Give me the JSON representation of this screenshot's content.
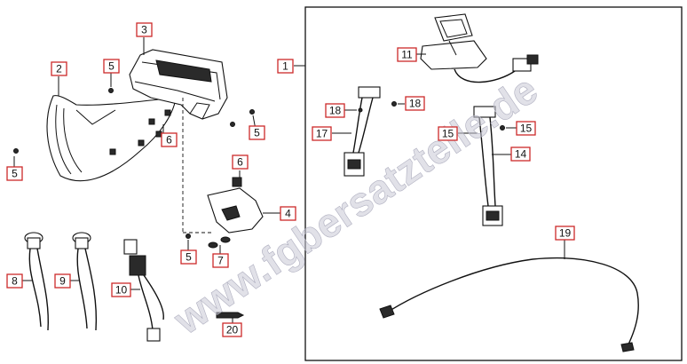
{
  "watermark": "www.fgbersatzteile.de",
  "labels": {
    "l1": "1",
    "l2": "2",
    "l3": "3",
    "l4": "4",
    "l5a": "5",
    "l5b": "5",
    "l5c": "5",
    "l5d": "5",
    "l6a": "6",
    "l6b": "6",
    "l7": "7",
    "l8": "8",
    "l9": "9",
    "l10": "10",
    "l11": "11",
    "l14": "14",
    "l15a": "15",
    "l15b": "15",
    "l17": "17",
    "l18a": "18",
    "l18b": "18",
    "l19": "19",
    "l20": "20"
  },
  "colors": {
    "label_border": "#cc2a2a",
    "line": "#111111",
    "watermark": "#c9c9d6"
  }
}
